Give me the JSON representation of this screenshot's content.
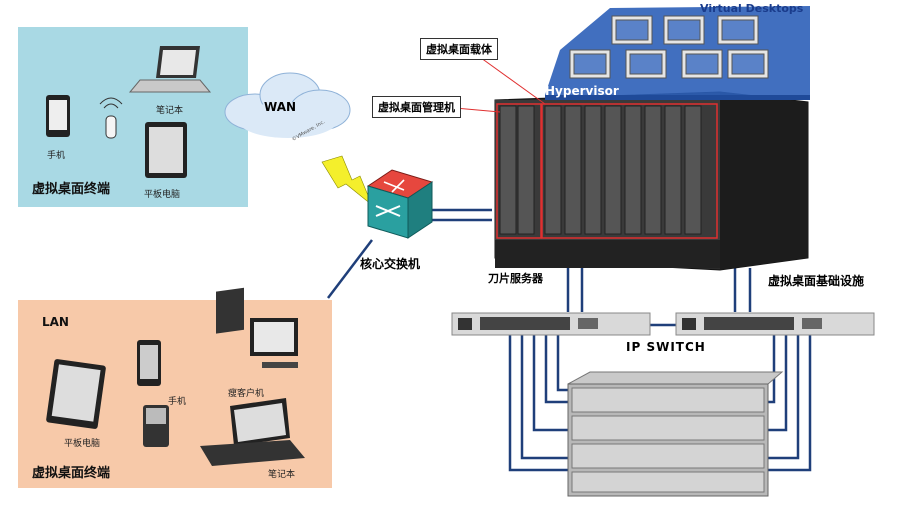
{
  "wan_zone": {
    "cloud_label": "WAN",
    "cloud_watermark": "©VMware, Inc.",
    "devices": {
      "phone": "手机",
      "laptop": "笔记本",
      "tablet": "平板电脑"
    },
    "zone_label": "虚拟桌面终端"
  },
  "lan_zone": {
    "title": "LAN",
    "devices": {
      "phone": "手机",
      "thin_client": "瘦客户机",
      "tablet": "平板电脑",
      "laptop": "笔记本"
    },
    "zone_label": "虚拟桌面终端"
  },
  "core_switch": {
    "label": "核心交换机"
  },
  "virtual_desktops": {
    "title": "Virtual Desktops",
    "count": 7
  },
  "hypervisor": {
    "label": "Hypervisor"
  },
  "callouts": {
    "carrier": "虚拟桌面载体",
    "manager": "虚拟桌面管理机"
  },
  "blade_server": {
    "label": "刀片服务器"
  },
  "infrastructure": {
    "label": "虚拟桌面基础设施"
  },
  "ip_switch": {
    "label": "IP SWITCH"
  },
  "colors": {
    "wan_panel": "#a9d9e4",
    "lan_panel": "#f7c9a9",
    "link": "#1f3f7a",
    "switch_red": "#d8322c",
    "switch_teal": "#2aa0a0"
  }
}
